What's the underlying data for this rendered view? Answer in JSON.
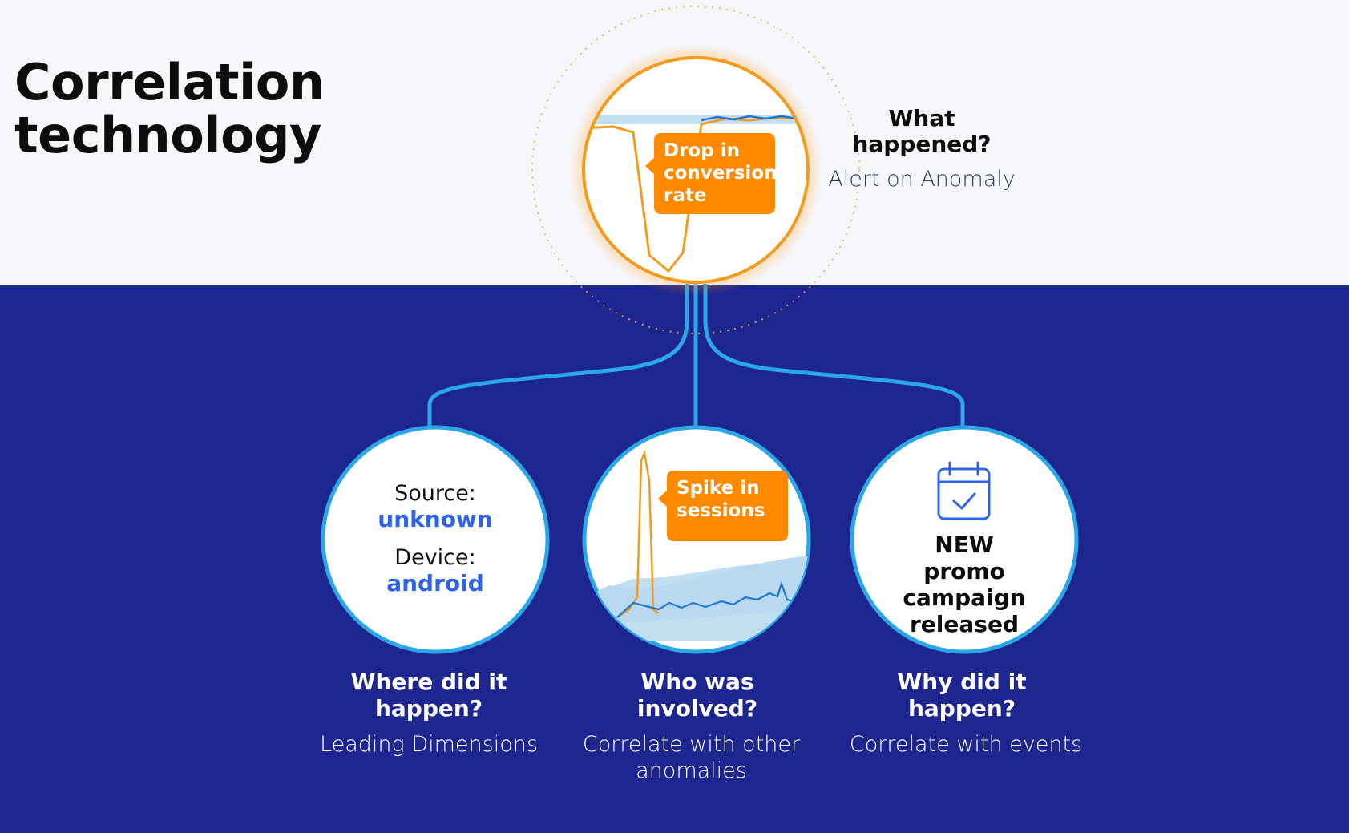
{
  "title": "Correlation technology",
  "top": {
    "question": "What happened?",
    "subtitle": "Alert on Anomaly",
    "callout": "Drop in conversion rate"
  },
  "nodes": [
    {
      "question": "Where did it happen?",
      "subtitle": "Leading Dimensions",
      "dims": [
        {
          "label": "Source:",
          "value": "unknown"
        },
        {
          "label": "Device:",
          "value": "android"
        }
      ]
    },
    {
      "question": "Who was involved?",
      "subtitle": "Correlate with other anomalies",
      "callout": "Spike in sessions"
    },
    {
      "question": "Why did it happen?",
      "subtitle": "Correlate with events",
      "event": "NEW promo campaign released",
      "icon": "calendar-check-icon"
    }
  ],
  "colors": {
    "accent_orange": "#ff8a00",
    "navy": "#1d258f",
    "connector_blue": "#2aa7e6",
    "dimension_blue": "#2f63e6"
  }
}
